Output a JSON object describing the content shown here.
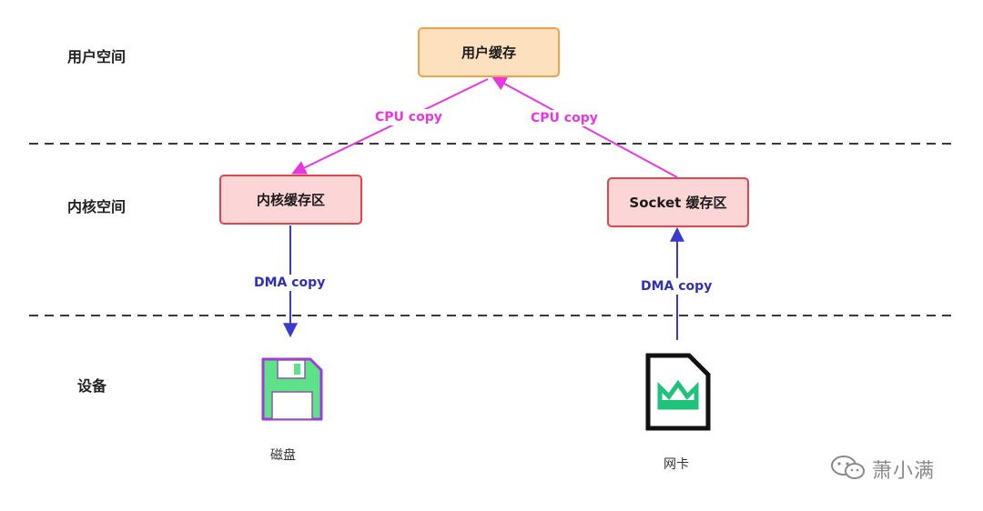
{
  "layers": {
    "user_space": "用户空间",
    "kernel_space": "内核空间",
    "device": "设备"
  },
  "boxes": {
    "user_buffer": "用户缓存",
    "kernel_buffer": "内核缓存区",
    "socket_buffer": "Socket 缓存区"
  },
  "edges": {
    "cpu_copy_left": "CPU copy",
    "cpu_copy_right": "CPU copy",
    "dma_copy_left": "DMA copy",
    "dma_copy_right": "DMA copy"
  },
  "devices": {
    "disk": "磁盘",
    "nic": "网卡"
  },
  "watermark": {
    "name": "萧小满",
    "icon": "wechat-icon"
  },
  "colors": {
    "cpu_arrow": "#e637e0",
    "dma_arrow": "#3a3ad0",
    "user_fill": "#fde0bd",
    "user_border": "#f0a24a",
    "kernel_fill": "#fcd5d6",
    "kernel_border": "#e0454c",
    "disk_green": "#5de28a",
    "disk_outline": "#a03ad8",
    "nic_green": "#1fc27a"
  }
}
